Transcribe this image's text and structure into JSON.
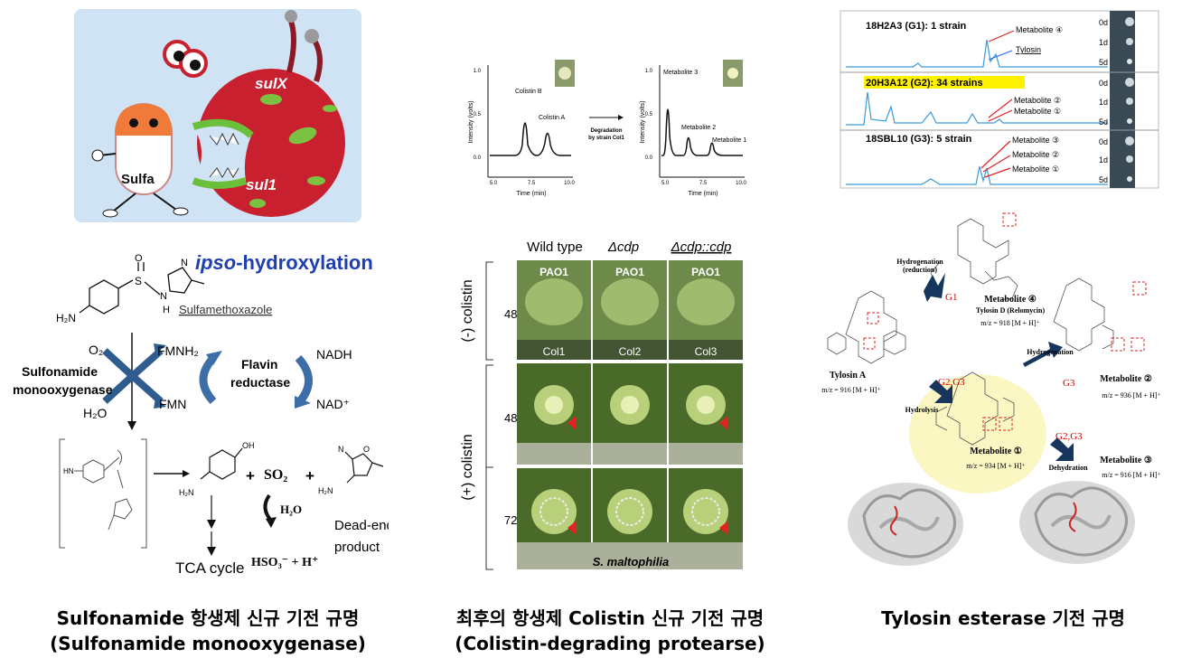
{
  "left": {
    "cartoon": {
      "sul_x": "sulX",
      "sul_1": "sul1",
      "sulfa": "Sulfa"
    },
    "title_ipso": "ipso",
    "title_rest": "-hydroxylation",
    "labels": {
      "h2n": "H₂N",
      "nh": "N",
      "h": "H",
      "o": "O",
      "s": "S",
      "n": "N",
      "sulfamethoxazole": "Sulfamethoxazole",
      "o2": "O₂",
      "h2o": "H₂O",
      "fmnh2": "FMNH₂",
      "fmn": "FMN",
      "nadh": "NADH",
      "nad": "NAD⁺",
      "enzyme_1": "Sulfonamide",
      "enzyme_2": "monooxygenase",
      "flavin_1": "Flavin",
      "flavin_2": "reductase",
      "hn": "HN",
      "nh2": "H₂N",
      "oh": "OH",
      "plus": "+",
      "so2": "SO₂",
      "h2o_b": "H₂O",
      "hso3": "HSO₃⁻  +  H⁺",
      "dead_end_1": "Dead-end",
      "dead_end_2": "product",
      "tca": "TCA cycle",
      "n_b": "N",
      "o_b": "O"
    }
  },
  "middle": {
    "hplc_left": {
      "ylabel": "Intensity (volts)",
      "xlabel": "Time (min)",
      "yticks": [
        "1.0",
        "0.5",
        "0.0"
      ],
      "xticks": [
        "5.0",
        "7.5",
        "10.0"
      ],
      "peak_labels": [
        "Colistin B",
        "Colistin A"
      ]
    },
    "arrow_text_1": "Degradation",
    "arrow_text_2": "by strain Col1",
    "hplc_right": {
      "ylabel": "Intensity (volts)",
      "xlabel": "Time (min)",
      "yticks": [
        "1.0",
        "0.5",
        "0.0"
      ],
      "xticks": [
        "5.0",
        "7.5",
        "10.0"
      ],
      "peak_labels": [
        "Metabolite 3",
        "Metabolite 2",
        "Metabolite 1"
      ]
    },
    "plate": {
      "columns": [
        "Wild type",
        "Δcdp",
        "Δcdp::cdp"
      ],
      "row_group_minus": "(-) colistin",
      "row_group_plus": "(+) colistin",
      "row_times": [
        "48 h",
        "48 h",
        "72 h"
      ],
      "top_labels": [
        "PAO1",
        "PAO1",
        "PAO1"
      ],
      "bottom_labels": [
        "Col1",
        "Col2",
        "Col3"
      ],
      "species": "S. maltophilia"
    }
  },
  "right": {
    "chrom": [
      {
        "label": "18H2A3 (G1): 1 strain",
        "annots": [
          "Metabolite ④",
          "Tylosin"
        ],
        "days": [
          "0d",
          "1d",
          "5d"
        ]
      },
      {
        "label": "20H3A12 (G2): 34 strains",
        "annots": [
          "Metabolite ②",
          "Metabolite ①"
        ],
        "days": [
          "0d",
          "1d",
          "5d"
        ]
      },
      {
        "label": "18SBL10 (G3): 5 strain",
        "annots": [
          "Metabolite ③",
          "Metabolite ②",
          "Metabolite ①"
        ],
        "days": [
          "0d",
          "1d",
          "5d"
        ]
      }
    ],
    "pathway": {
      "hydrogenation_reduction_1": "Hydrogenation",
      "hydrogenation_reduction_2": "(reduction)",
      "g1": "G1",
      "met4_title": "Metabolite ④",
      "met4_sub": "Tylosin D (Relomycin)",
      "met4_mz": "m/z = 918 [M + H]⁺",
      "tylosin_title": "Tylosin A",
      "tylosin_mz": "m/z = 916 [M + H]⁺",
      "hydrogenation": "Hydrogenation",
      "g3": "G3",
      "met2_title": "Metabolite ②",
      "met2_mz": "m/z = 936 [M + H]⁺",
      "g2g3_a": "G2,G3",
      "hydrolysis": "Hydrolysis",
      "met1_title": "Metabolite ①",
      "met1_mz": "m/z = 934 [M + H]⁺",
      "g2g3_b": "G2,G3",
      "dehydration": "Dehydration",
      "met3_title": "Metabolite ③",
      "met3_mz": "m/z = 916 [M + H]⁺"
    }
  },
  "captions": {
    "left_1": "Sulfonamide 항생제 신규 기전 규명",
    "left_2": "(Sulfonamide monooxygenase)",
    "mid_1": "최후의 항생제 Colistin 신규 기전 규명",
    "mid_2": "(Colistin-degrading protearse)",
    "right_1": "Tylosin esterase 기전 규명"
  },
  "colors": {
    "cartoon_bg": "#cfe3f5",
    "bug_red": "#c8202f",
    "pill_orange": "#f07a3a",
    "arrow_blue": "#2f5c8f",
    "title_blue": "#1f3fb0",
    "chrom_line": "#3a9ad9",
    "pathway_red": "#cc0000",
    "pathway_arrow": "#17365d",
    "highlight_yellow": "#fbf7c2",
    "plate_green": "#5a7a3a"
  }
}
